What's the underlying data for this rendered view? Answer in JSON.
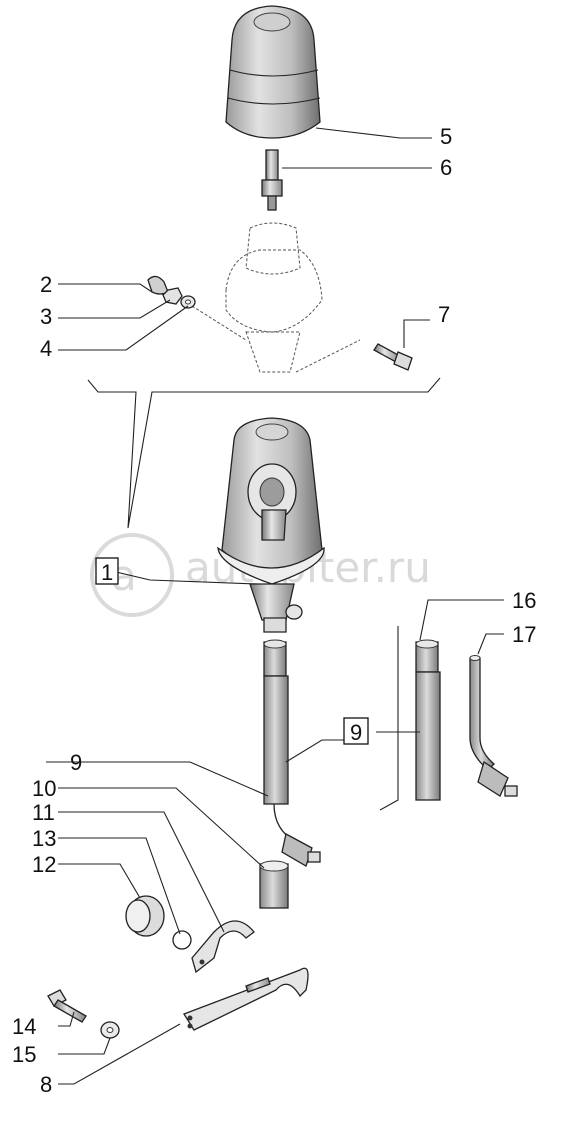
{
  "watermark": {
    "logo_glyph": "a",
    "text": "autopiter.ru"
  },
  "callouts": [
    {
      "id": "1",
      "boxed": true
    },
    {
      "id": "2"
    },
    {
      "id": "3"
    },
    {
      "id": "4"
    },
    {
      "id": "5"
    },
    {
      "id": "6"
    },
    {
      "id": "7"
    },
    {
      "id": "8"
    },
    {
      "id": "9",
      "boxed": true
    },
    {
      "id": "9"
    },
    {
      "id": "10"
    },
    {
      "id": "11"
    },
    {
      "id": "12"
    },
    {
      "id": "13"
    },
    {
      "id": "14"
    },
    {
      "id": "15"
    },
    {
      "id": "16"
    },
    {
      "id": "17"
    }
  ],
  "parts": [
    "rotating-beacon-lens-icon",
    "beacon-bulb-icon",
    "wing-nut-icon",
    "nut-icon",
    "washer-icon",
    "bolt-icon",
    "beacon-assembly-icon",
    "beacon-pole-icon",
    "bushing-icon",
    "clamp-icon",
    "sleeve-icon",
    "circlip-icon",
    "mounting-bracket-icon",
    "pole-variant-icon",
    "bent-pole-variant-icon"
  ]
}
